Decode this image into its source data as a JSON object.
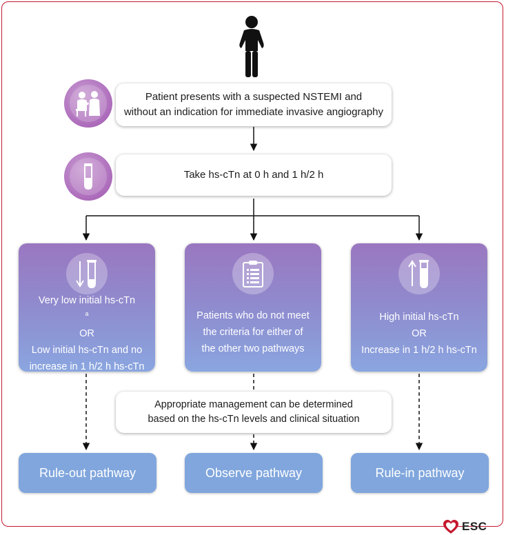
{
  "flow": {
    "step1": "Patient presents with a suspected NSTEMI and\nwithout an indication for immediate invasive angiography",
    "step2": "Take hs-cTn at 0 h and 1 h/2 h",
    "left": {
      "line1": "Very low initial hs-cTn",
      "sup": "a",
      "line2": "OR",
      "line3": "Low initial hs-cTn and no",
      "line4": "increase in 1 h/2 h hs-cTn"
    },
    "middle": {
      "line1": "Patients who do not meet",
      "line2": "the criteria for either of",
      "line3": "the other two pathways"
    },
    "right": {
      "line1": "High initial hs-cTn",
      "line2": "OR",
      "line3": "Increase in 1 h/2 h hs-cTn"
    },
    "management": "Appropriate management can be determined\nbased on the hs-cTn levels and clinical situation",
    "ruleout": "Rule-out pathway",
    "observe": "Observe pathway",
    "rulein": "Rule-in pathway"
  },
  "logo": {
    "text": "ESC"
  },
  "colors": {
    "border": "#c4182c",
    "circle": "#ad6cbb",
    "card_top": "#9a77c0",
    "card_bottom": "#8aa6e0",
    "pathway": "#80a6dd"
  },
  "icons": [
    "person-icon",
    "doctor-patient-icon",
    "test-tube-icon",
    "test-tube-down-icon",
    "clipboard-icon",
    "test-tube-up-icon",
    "esc-heart-logo"
  ]
}
